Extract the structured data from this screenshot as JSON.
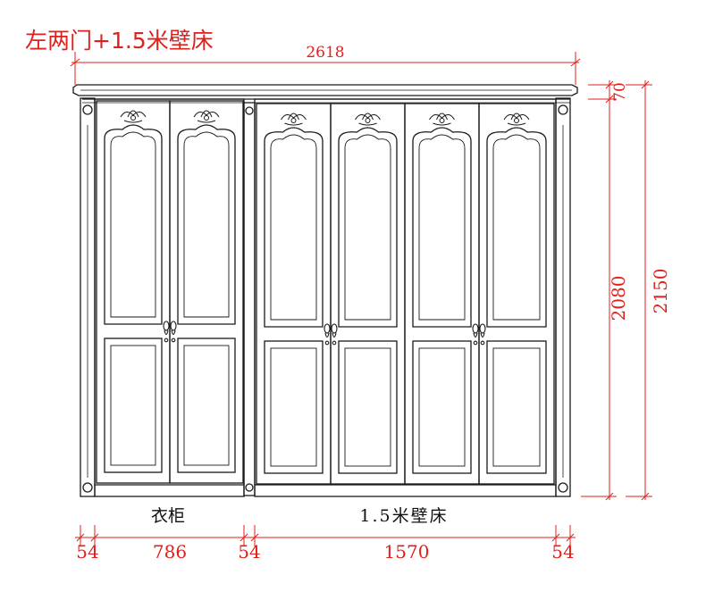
{
  "title": "左两门+1.5米壁床",
  "colors": {
    "dimension": "#e0201c",
    "line": "#1a1a1a"
  },
  "labels": {
    "wardrobe": "衣柜",
    "wall_bed": "1.5米壁床"
  },
  "dimensions": {
    "overall_width": "2618",
    "crown_height": "70",
    "body_height": "2080",
    "overall_height": "2150",
    "left_side": "54",
    "wardrobe_width": "786",
    "middle_side": "54",
    "bed_width": "1570",
    "right_side": "54"
  }
}
